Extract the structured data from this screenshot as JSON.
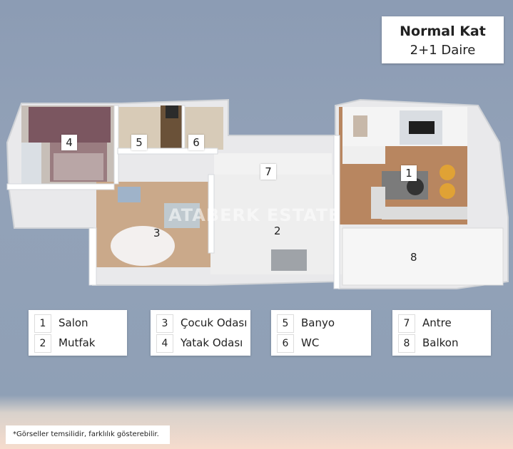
{
  "title": {
    "line1": "Normal Kat",
    "line2": "2+1 Daire"
  },
  "watermark": "ATABERK ESTATE",
  "room_markers": [
    "1",
    "2",
    "3",
    "4",
    "5",
    "6",
    "7",
    "8"
  ],
  "legend": [
    {
      "num": "1",
      "label": "Salon"
    },
    {
      "num": "2",
      "label": "Mutfak"
    },
    {
      "num": "3",
      "label": "Çocuk Odası"
    },
    {
      "num": "4",
      "label": "Yatak Odası"
    },
    {
      "num": "5",
      "label": "Banyo"
    },
    {
      "num": "6",
      "label": "WC"
    },
    {
      "num": "7",
      "label": "Antre"
    },
    {
      "num": "8",
      "label": "Balkon"
    }
  ],
  "footnote": "*Görseller temsilidir, farklılık gösterebilir."
}
